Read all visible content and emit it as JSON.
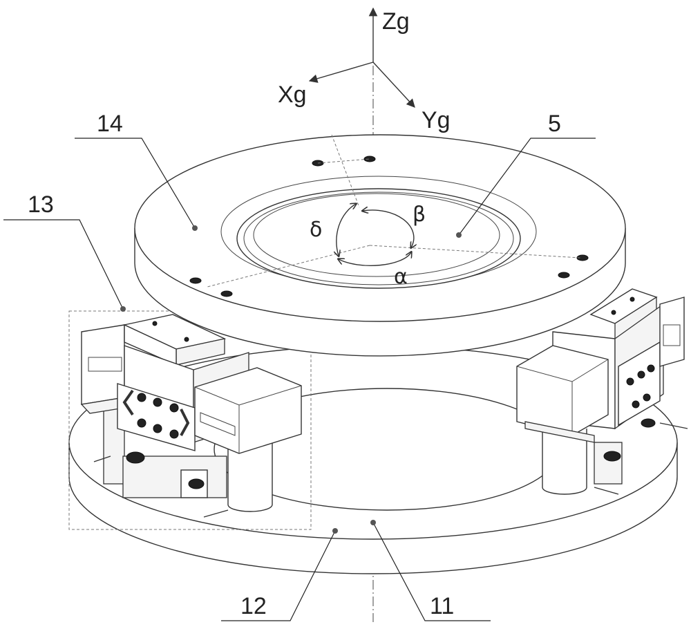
{
  "axes": {
    "z_label": "Zg",
    "x_label": "Xg",
    "y_label": "Yg"
  },
  "angles": {
    "delta": "δ",
    "beta": "β",
    "alpha": "α"
  },
  "part_labels": {
    "p14": "14",
    "p13": "13",
    "p5": "5",
    "p12": "12",
    "p11": "11"
  }
}
